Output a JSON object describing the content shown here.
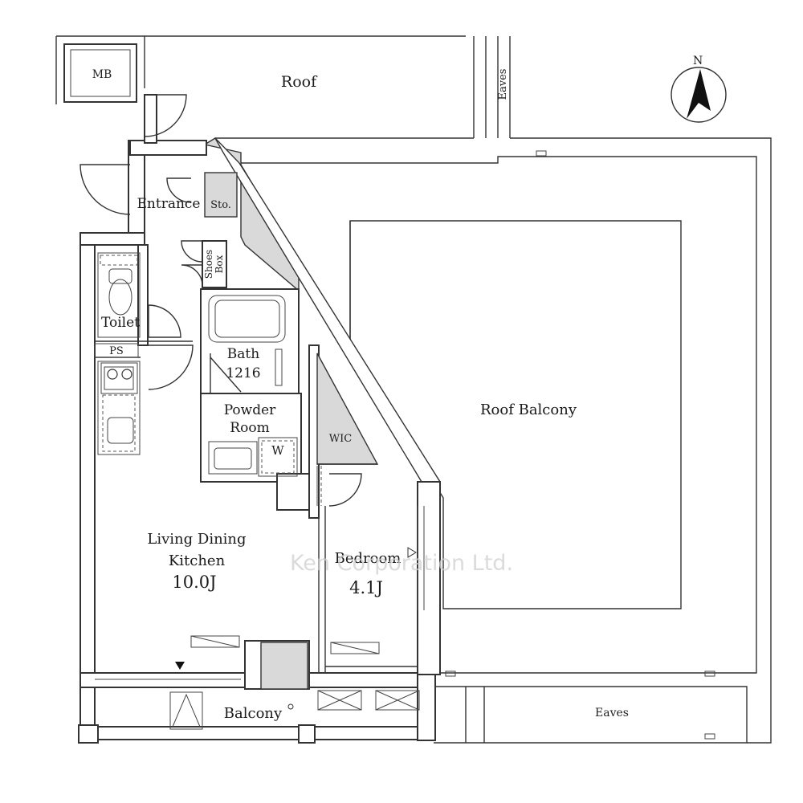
{
  "labels": {
    "mb": "MB",
    "roof": "Roof",
    "eaves_top": "Eaves",
    "north": "N",
    "entrance": "Entrance",
    "storage": "Sto.",
    "shoes_box_line1": "Shoes",
    "shoes_box_line2": "Box",
    "toilet": "Toilet",
    "ps": "PS",
    "bath_line1": "Bath",
    "bath_line2": "1216",
    "powder_line1": "Powder",
    "powder_line2": "Room",
    "washer": "W",
    "wic": "WIC",
    "roof_balcony": "Roof Balcony",
    "ldk_line1": "Living  Dining",
    "ldk_line2": "Kitchen",
    "ldk_size": "10.0J",
    "bedroom": "Bedroom",
    "bedroom_size": "4.1J",
    "balcony": "Balcony",
    "eaves_bottom": "Eaves",
    "watermark": "Ken Corporation Ltd."
  }
}
